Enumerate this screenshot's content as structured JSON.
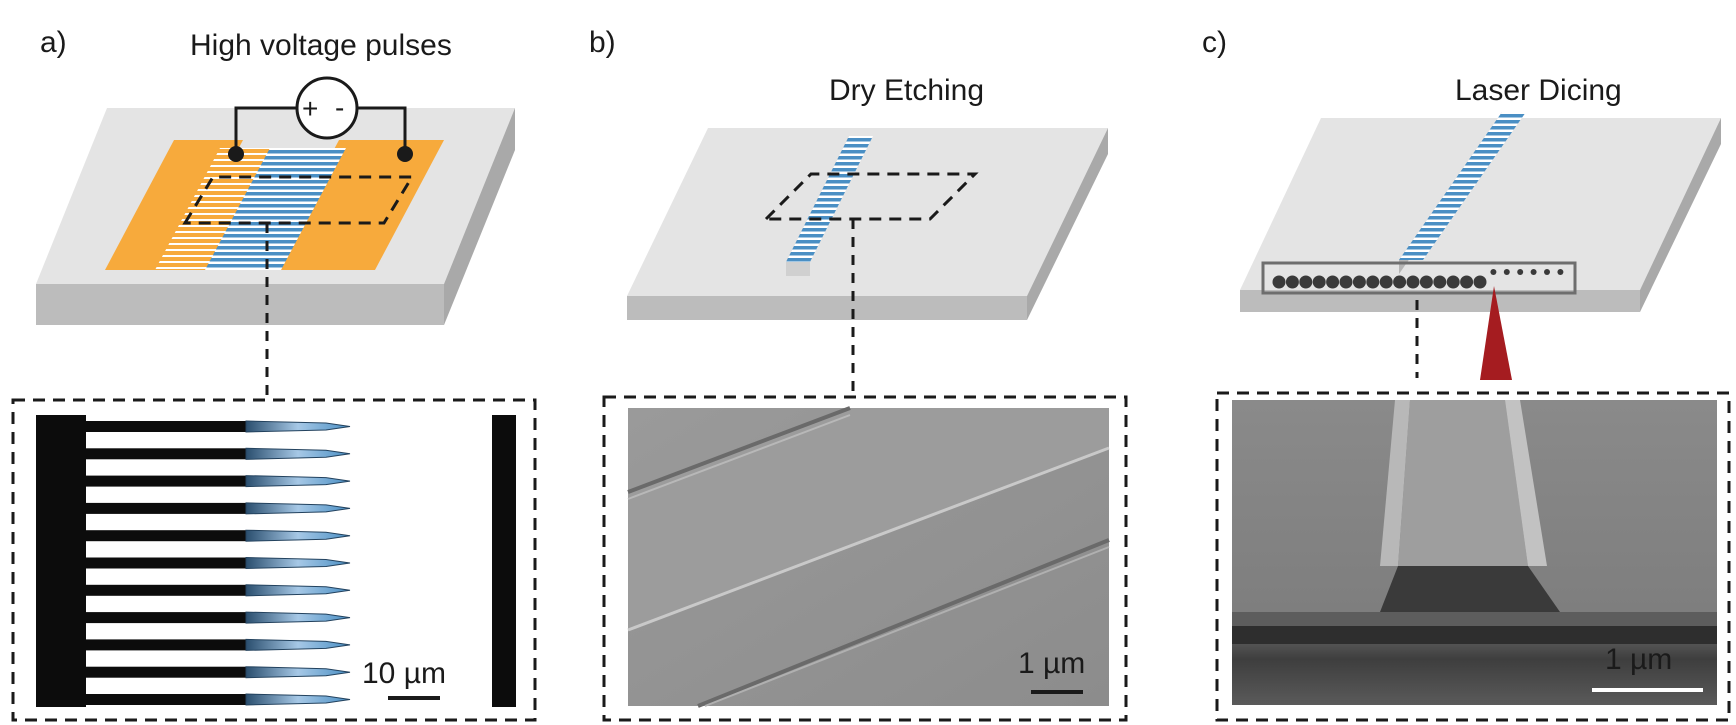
{
  "panels": [
    {
      "letter": "a)",
      "title": "High voltage pulses",
      "scalebar": "10 µm",
      "source_symbol_plus": "+",
      "source_symbol_minus": "-"
    },
    {
      "letter": "b)",
      "title": "Dry Etching",
      "scalebar": "1 µm"
    },
    {
      "letter": "c)",
      "title": "Laser Dicing",
      "scalebar": "1 µm"
    }
  ],
  "colors": {
    "substrate_top": "#e4e4e4",
    "substrate_side": "#bcbcbc",
    "electrode": "#f7aa3c",
    "stripe_blue": "#4a8fc4",
    "laser_red": "#a51c20",
    "sem_gray": "#8a8a8a"
  }
}
